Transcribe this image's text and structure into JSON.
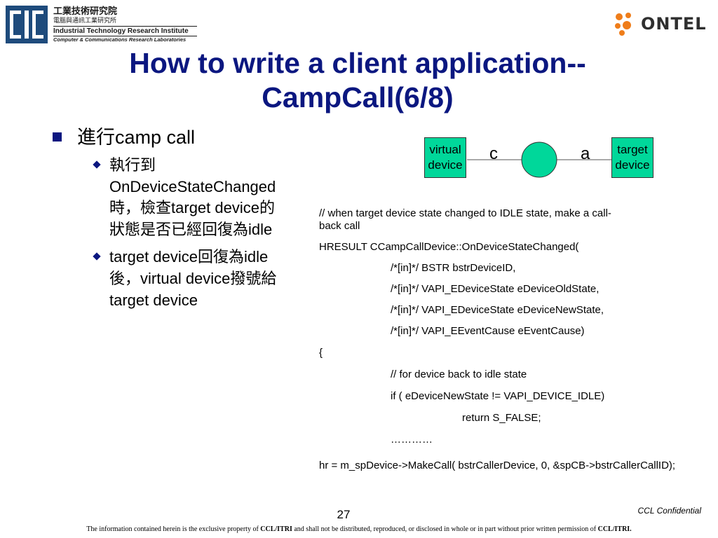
{
  "header": {
    "itri": {
      "cn_name": "工業技術研究院",
      "cn_sub": "電腦與通訊工業研究所",
      "en_name": "Industrial Technology Research Institute",
      "en_sub": "Computer & Communications Research Laboratories"
    },
    "ontel": {
      "word": "ONTEL"
    }
  },
  "slide": {
    "title_line1": "How to write a client application--",
    "title_line2": "CampCall(6/8)"
  },
  "bullets": {
    "main": {
      "cjk": "進行",
      "text": "camp call"
    },
    "sub1": {
      "cjk1": "執行到",
      "text1": "OnDeviceStateChanged",
      "cjk2": "時，檢查",
      "text2": "target device",
      "cjk3": "的",
      "cjk4": "狀態是否已經回復為",
      "text3": "idle"
    },
    "sub2": {
      "text1": "target device",
      "cjk1": "回復為",
      "text2": "idle",
      "cjk2": "後，",
      "text3": "virtual device",
      "cjk3": "撥號給",
      "text4": "target device"
    }
  },
  "diagram": {
    "left_box": [
      "virtual",
      "device"
    ],
    "right_box": [
      "target",
      "device"
    ],
    "label_c": "c",
    "label_a": "a"
  },
  "code": {
    "comment1": "// when target device state changed to IDLE state, make a call-",
    "comment1b": "back call",
    "sig": "HRESULT CCampCallDevice::OnDeviceStateChanged(",
    "p1": "/*[in]*/ BSTR bstrDeviceID,",
    "p2": "/*[in]*/ VAPI_EDeviceState eDeviceOldState,",
    "p3": "/*[in]*/ VAPI_EDeviceState eDeviceNewState,",
    "p4": "/*[in]*/ VAPI_EEventCause eEventCause)",
    "brace": "{",
    "comment2": "// for device back to idle state",
    "ifline": "if ( eDeviceNewState != VAPI_DEVICE_IDLE)",
    "ret": "return S_FALSE;",
    "dots": "…………",
    "hrline": "hr = m_spDevice->MakeCall( bstrCallerDevice, 0, &spCB->bstrCallerCallID);"
  },
  "footer": {
    "page": "27",
    "confidential": "CCL Confidential",
    "d1": "The information contained herein is the exclusive property of ",
    "d2": "CCL/ITRI",
    "d3": " and shall not be distributed, reproduced, or disclosed in whole or in part without prior written permission of ",
    "d4": "CCL/ITRI."
  },
  "colors": {
    "title": "#0b1780",
    "bullet": "#0b1780",
    "box_fill": "#00d79a",
    "itri_blue": "#1e4b7c",
    "ontel_orange": "#ef7d1a"
  },
  "icons": {
    "itri_logo": "itri-logo-icon",
    "ontel_logo": "ontel-dots-icon",
    "bullet_main": "square-bullet-icon",
    "bullet_sub": "diamond-bullet-icon"
  }
}
